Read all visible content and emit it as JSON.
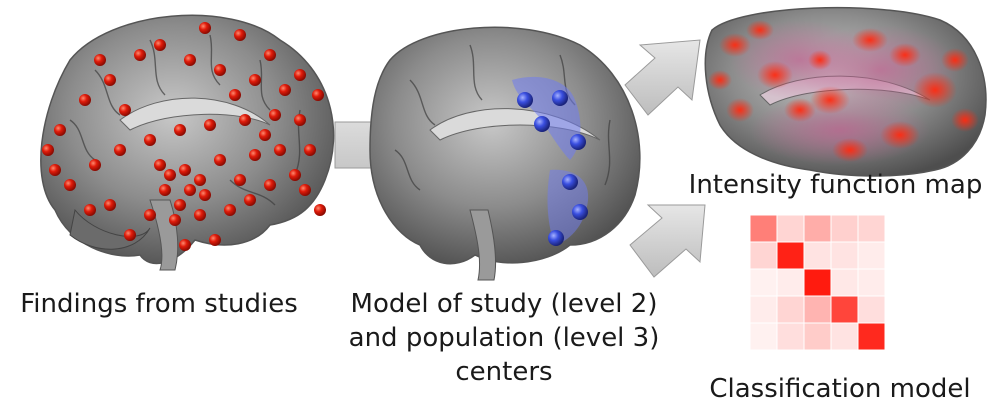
{
  "captions": {
    "findings": "Findings from studies",
    "model_line1": "Model of study (level 2)",
    "model_line2": "and population (level 3)",
    "model_line3": "centers",
    "intensity": "Intensity function map",
    "classification": "Classification model"
  },
  "colors": {
    "finding_point": "#e01b0a",
    "center_point": "#3a4fe0",
    "center_region": "#6f7cf0",
    "intensity_hot": "#ff2a10",
    "intensity_pink": "#b85a8c",
    "arrow_fill": "#d2d2d2",
    "brain_gray": "#8a8a8a"
  },
  "classification_matrix": [
    [
      0.55,
      0.18,
      0.35,
      0.2,
      0.18
    ],
    [
      0.18,
      0.95,
      0.12,
      0.12,
      0.08
    ],
    [
      0.06,
      0.08,
      0.98,
      0.1,
      0.08
    ],
    [
      0.08,
      0.18,
      0.32,
      0.8,
      0.14
    ],
    [
      0.06,
      0.14,
      0.22,
      0.12,
      0.92
    ]
  ]
}
